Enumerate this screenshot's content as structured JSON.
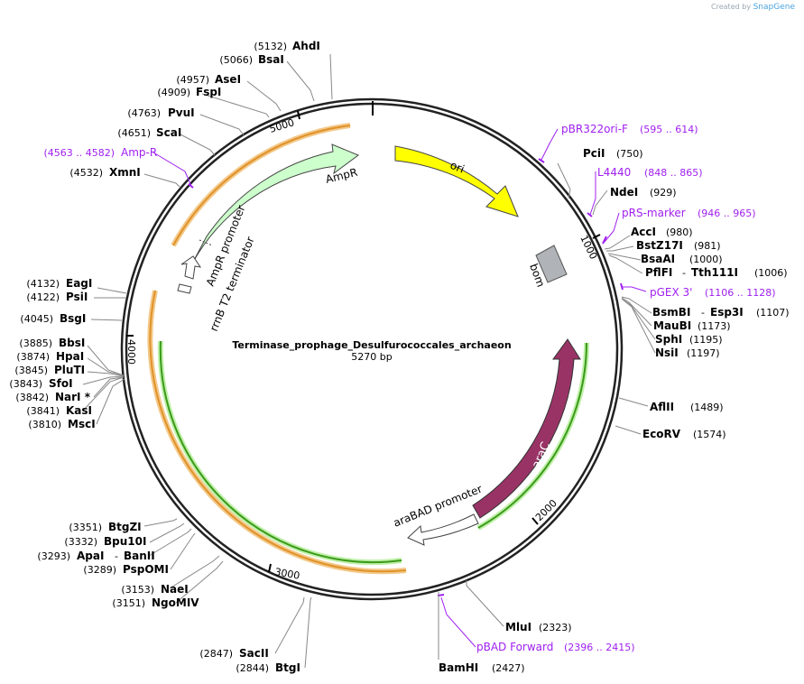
{
  "watermark": {
    "prefix": "Created by",
    "brand": "SnapGene"
  },
  "plasmid": {
    "name": "Terminase_prophage_Desulfurococcales_archaeon",
    "size_label": "5270 bp"
  },
  "ticks": [
    "5000",
    "1000",
    "2000",
    "3000",
    "4000"
  ],
  "features": {
    "ori": "ori",
    "ampr": "AmpR",
    "ampr_promoter": "AmpR promoter",
    "rrnb": "rrnB T2 terminator",
    "bom": "bom",
    "arac": "araC",
    "arabad": "araBAD promoter"
  },
  "sites_left": [
    {
      "pos": "(5132)",
      "name": "AhdI"
    },
    {
      "pos": "(5066)",
      "name": "BsaI"
    },
    {
      "pos": "(4957)",
      "name": "AseI"
    },
    {
      "pos": "(4909)",
      "name": "FspI"
    },
    {
      "pos": "(4763)",
      "name": "PvuI"
    },
    {
      "pos": "(4651)",
      "name": "ScaI"
    },
    {
      "pos": "(4532)",
      "name": "XmnI"
    },
    {
      "pos": "(4132)",
      "name": "EagI"
    },
    {
      "pos": "(4122)",
      "name": "PsiI"
    },
    {
      "pos": "(4045)",
      "name": "BsgI"
    },
    {
      "pos": "(3885)",
      "name": "BbsI"
    },
    {
      "pos": "(3874)",
      "name": "HpaI"
    },
    {
      "pos": "(3845)",
      "name": "PluTI"
    },
    {
      "pos": "(3843)",
      "name": "SfoI"
    },
    {
      "pos": "(3842)",
      "name": "NarI *"
    },
    {
      "pos": "(3841)",
      "name": "KasI"
    },
    {
      "pos": "(3810)",
      "name": "MscI"
    },
    {
      "pos": "(3351)",
      "name": "BtgZI"
    },
    {
      "pos": "(3332)",
      "name": "Bpu10I"
    },
    {
      "pos": "(3289)",
      "name": "PspOMI"
    },
    {
      "pos": "(3153)",
      "name": "NaeI"
    },
    {
      "pos": "(3151)",
      "name": "NgoMIV"
    },
    {
      "pos": "(2847)",
      "name": "SacII"
    },
    {
      "pos": "(2844)",
      "name": "BtgI"
    }
  ],
  "site_apai": {
    "pos": "(3293)",
    "name": "ApaI",
    "name2": "BanII"
  },
  "sites_right": [
    {
      "name": "PciI",
      "pos": "(750)"
    },
    {
      "name": "NdeI",
      "pos": "(929)"
    },
    {
      "name": "AccI",
      "pos": "(980)"
    },
    {
      "name": "BstZ17I",
      "pos": "(981)"
    },
    {
      "name": "BsaAI",
      "pos": "(1000)"
    },
    {
      "name": "MauBI",
      "pos": "(1173)"
    },
    {
      "name": "SphI",
      "pos": "(1195)"
    },
    {
      "name": "NsiI",
      "pos": "(1197)"
    },
    {
      "name": "AflII",
      "pos": "(1489)"
    },
    {
      "name": "EcoRV",
      "pos": "(1574)"
    },
    {
      "name": "MluI",
      "pos": "(2323)"
    },
    {
      "name": "BamHI",
      "pos": "(2427)"
    }
  ],
  "site_pflfi": {
    "name": "PflFI",
    "name2": "Tth111I",
    "pos": "(1006)"
  },
  "site_bsmbi": {
    "name": "BsmBI",
    "name2": "Esp3I",
    "pos": "(1107)"
  },
  "primers": [
    {
      "name": "pBR322ori-F",
      "pos": "(595 .. 614)"
    },
    {
      "name": "L4440",
      "pos": "(848 .. 865)"
    },
    {
      "name": "pRS-marker",
      "pos": "(946 .. 965)"
    },
    {
      "name": "pGEX 3'",
      "pos": "(1106 .. 1128)"
    },
    {
      "name": "pBAD Forward",
      "pos": "(2396 .. 2415)"
    },
    {
      "name": "Amp-R",
      "pos": "(4563 .. 4582)"
    }
  ],
  "colors": {
    "ori": "#ffff00",
    "ampr": "#ccffcc",
    "arac": "#993366",
    "bom": "#b0b4b8",
    "orf_orange": "#e8a33d",
    "orf_green": "#3a9a1a",
    "primer": "#a020f0"
  }
}
